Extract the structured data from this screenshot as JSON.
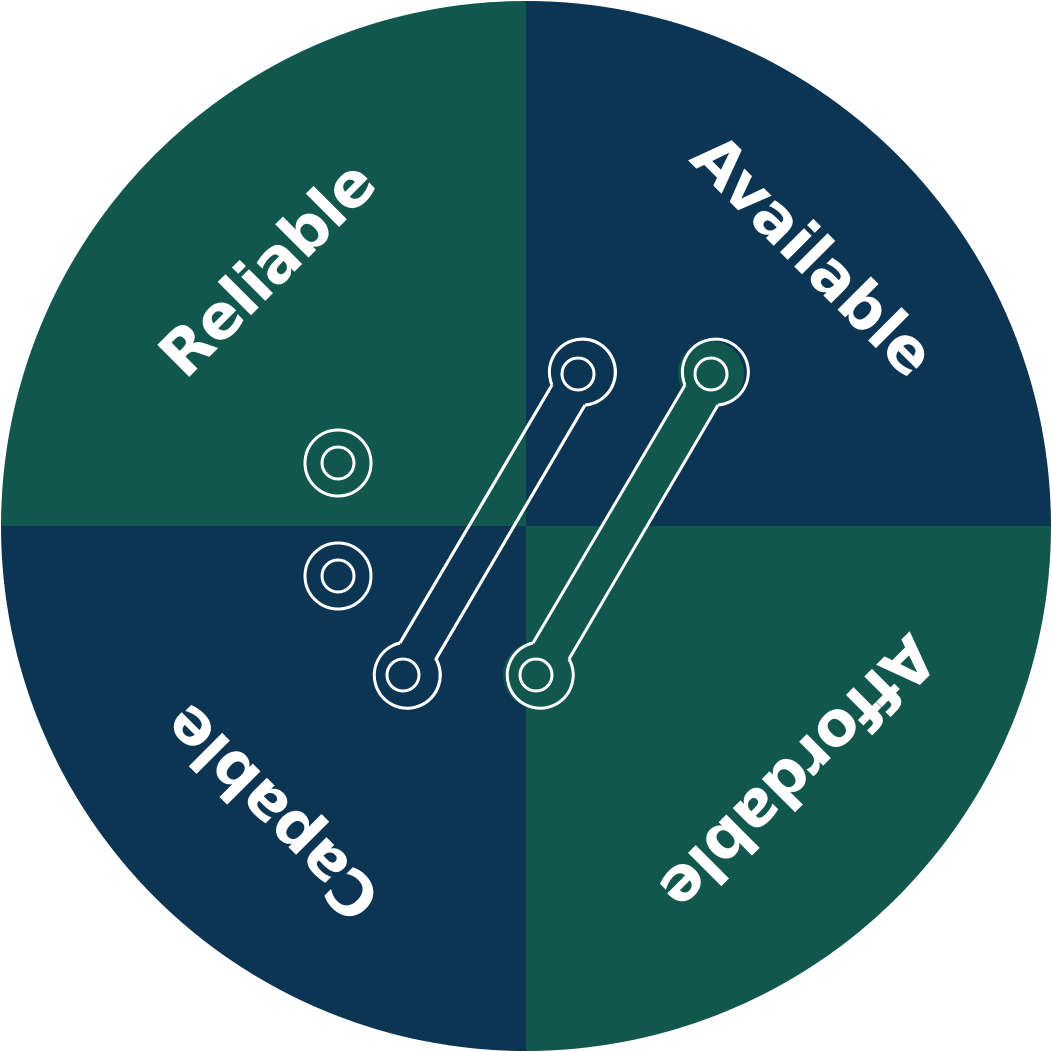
{
  "colors": {
    "green": "#11574D",
    "navy": "#0C3554",
    "line": "#FFFFFF",
    "background": "#FFFFFF"
  },
  "quadrants": [
    {
      "id": "top-left",
      "label": "Reliable",
      "color": "#11574D"
    },
    {
      "id": "top-right",
      "label": "Available",
      "color": "#0C3554"
    },
    {
      "id": "bottom-right",
      "label": "Affordable",
      "color": "#11574D"
    },
    {
      "id": "bottom-left",
      "label": "Capable",
      "color": "#0C3554"
    }
  ],
  "icon": {
    "name": "circuit-connector-icon",
    "description_elements": [
      "two-link-bars",
      "two-terminal-rings"
    ]
  }
}
